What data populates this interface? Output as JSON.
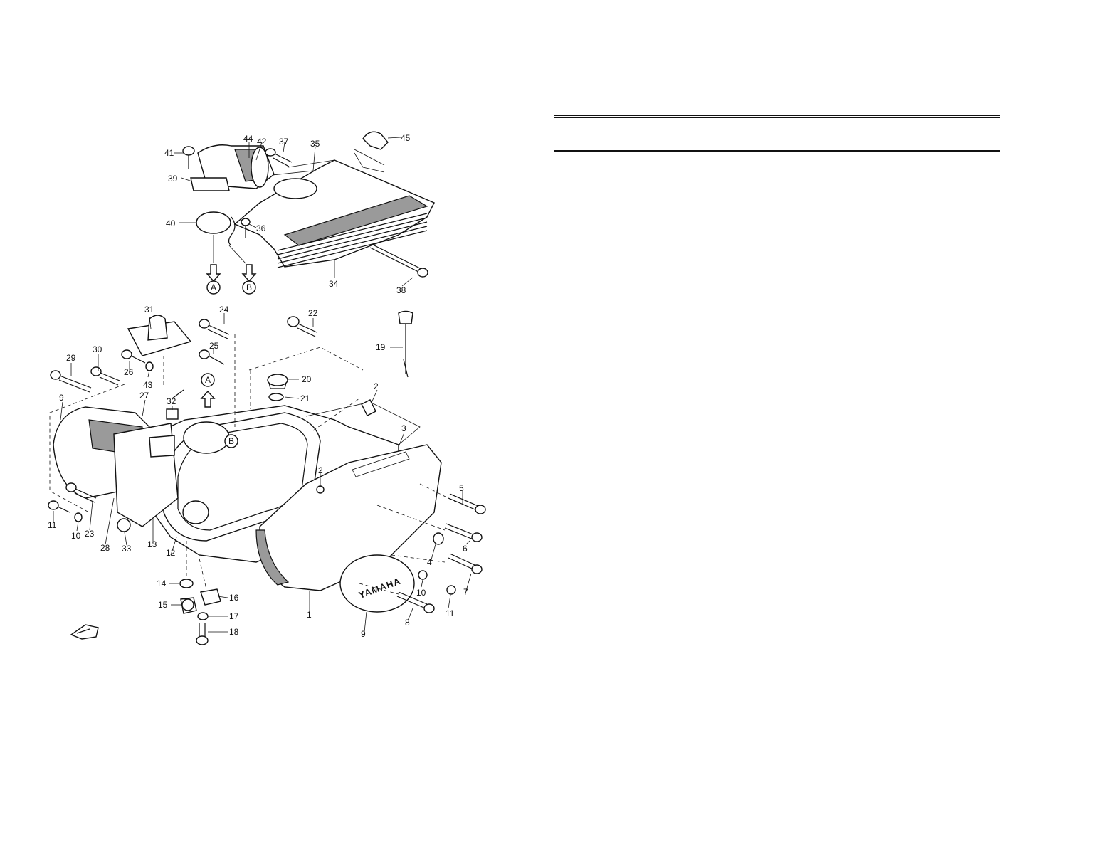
{
  "logo": {
    "brand": "YAMAHA"
  },
  "view_markers": {
    "a": "A",
    "b": "B"
  },
  "callouts": [
    {
      "id": "c41",
      "label": "41"
    },
    {
      "id": "c44",
      "label": "44"
    },
    {
      "id": "c42",
      "label": "42"
    },
    {
      "id": "c37",
      "label": "37"
    },
    {
      "id": "c35",
      "label": "35"
    },
    {
      "id": "c45",
      "label": "45"
    },
    {
      "id": "c39",
      "label": "39"
    },
    {
      "id": "c40",
      "label": "40"
    },
    {
      "id": "c36",
      "label": "36"
    },
    {
      "id": "c34",
      "label": "34"
    },
    {
      "id": "c38",
      "label": "38"
    },
    {
      "id": "c31",
      "label": "31"
    },
    {
      "id": "c24",
      "label": "24"
    },
    {
      "id": "c22",
      "label": "22"
    },
    {
      "id": "c19",
      "label": "19"
    },
    {
      "id": "c29",
      "label": "29"
    },
    {
      "id": "c30",
      "label": "30"
    },
    {
      "id": "c26",
      "label": "26"
    },
    {
      "id": "c25",
      "label": "25"
    },
    {
      "id": "c43",
      "label": "43"
    },
    {
      "id": "c20",
      "label": "20"
    },
    {
      "id": "c21",
      "label": "21"
    },
    {
      "id": "c2a",
      "label": "2"
    },
    {
      "id": "c9a",
      "label": "9"
    },
    {
      "id": "c27",
      "label": "27"
    },
    {
      "id": "c32",
      "label": "32"
    },
    {
      "id": "c3",
      "label": "3"
    },
    {
      "id": "c2b",
      "label": "2"
    },
    {
      "id": "c5",
      "label": "5"
    },
    {
      "id": "c11a",
      "label": "11"
    },
    {
      "id": "c10a",
      "label": "10"
    },
    {
      "id": "c23",
      "label": "23"
    },
    {
      "id": "c28",
      "label": "28"
    },
    {
      "id": "c33",
      "label": "33"
    },
    {
      "id": "c13",
      "label": "13"
    },
    {
      "id": "c12",
      "label": "12"
    },
    {
      "id": "c6",
      "label": "6"
    },
    {
      "id": "c4",
      "label": "4"
    },
    {
      "id": "c7",
      "label": "7"
    },
    {
      "id": "c14",
      "label": "14"
    },
    {
      "id": "c16",
      "label": "16"
    },
    {
      "id": "c15",
      "label": "15"
    },
    {
      "id": "c17",
      "label": "17"
    },
    {
      "id": "c18",
      "label": "18"
    },
    {
      "id": "c1",
      "label": "1"
    },
    {
      "id": "c10b",
      "label": "10"
    },
    {
      "id": "c11b",
      "label": "11"
    },
    {
      "id": "c8",
      "label": "8"
    },
    {
      "id": "c9b",
      "label": "9"
    }
  ]
}
